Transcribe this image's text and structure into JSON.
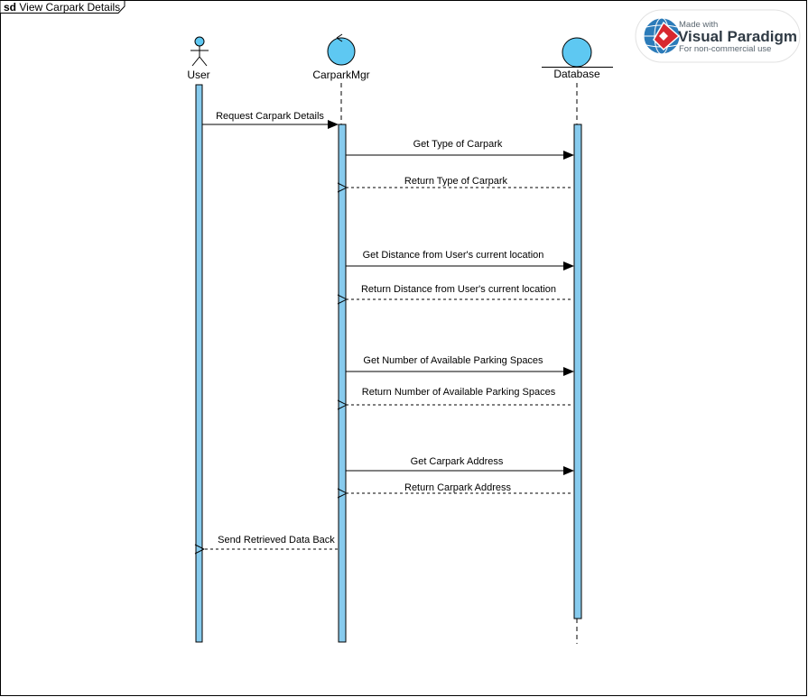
{
  "frame": {
    "keyword": "sd",
    "title": "View Carpark Details"
  },
  "lifelines": {
    "user": "User",
    "manager": "CarparkMgr",
    "database": "Database"
  },
  "messages": [
    "Request Carpark Details",
    "Get Type of Carpark",
    "Return Type of Carpark",
    "Get Distance from User's current location",
    "Return Distance from User's current location",
    "Get Number of Available Parking Spaces",
    "Return Number of Available Parking Spaces",
    "Get Carpark Address",
    "Return Carpark Address",
    "Send Retrieved Data Back"
  ],
  "watermark": {
    "made_with": "Made with",
    "brand": "Visual Paradigm",
    "note": "For non-commercial use"
  },
  "colors": {
    "lifeline_fill": "#5ec8f2",
    "activation_fill": "#87cbee",
    "stroke": "#000000",
    "brand_red": "#d7282f",
    "brand_blue": "#2b7bb9"
  }
}
